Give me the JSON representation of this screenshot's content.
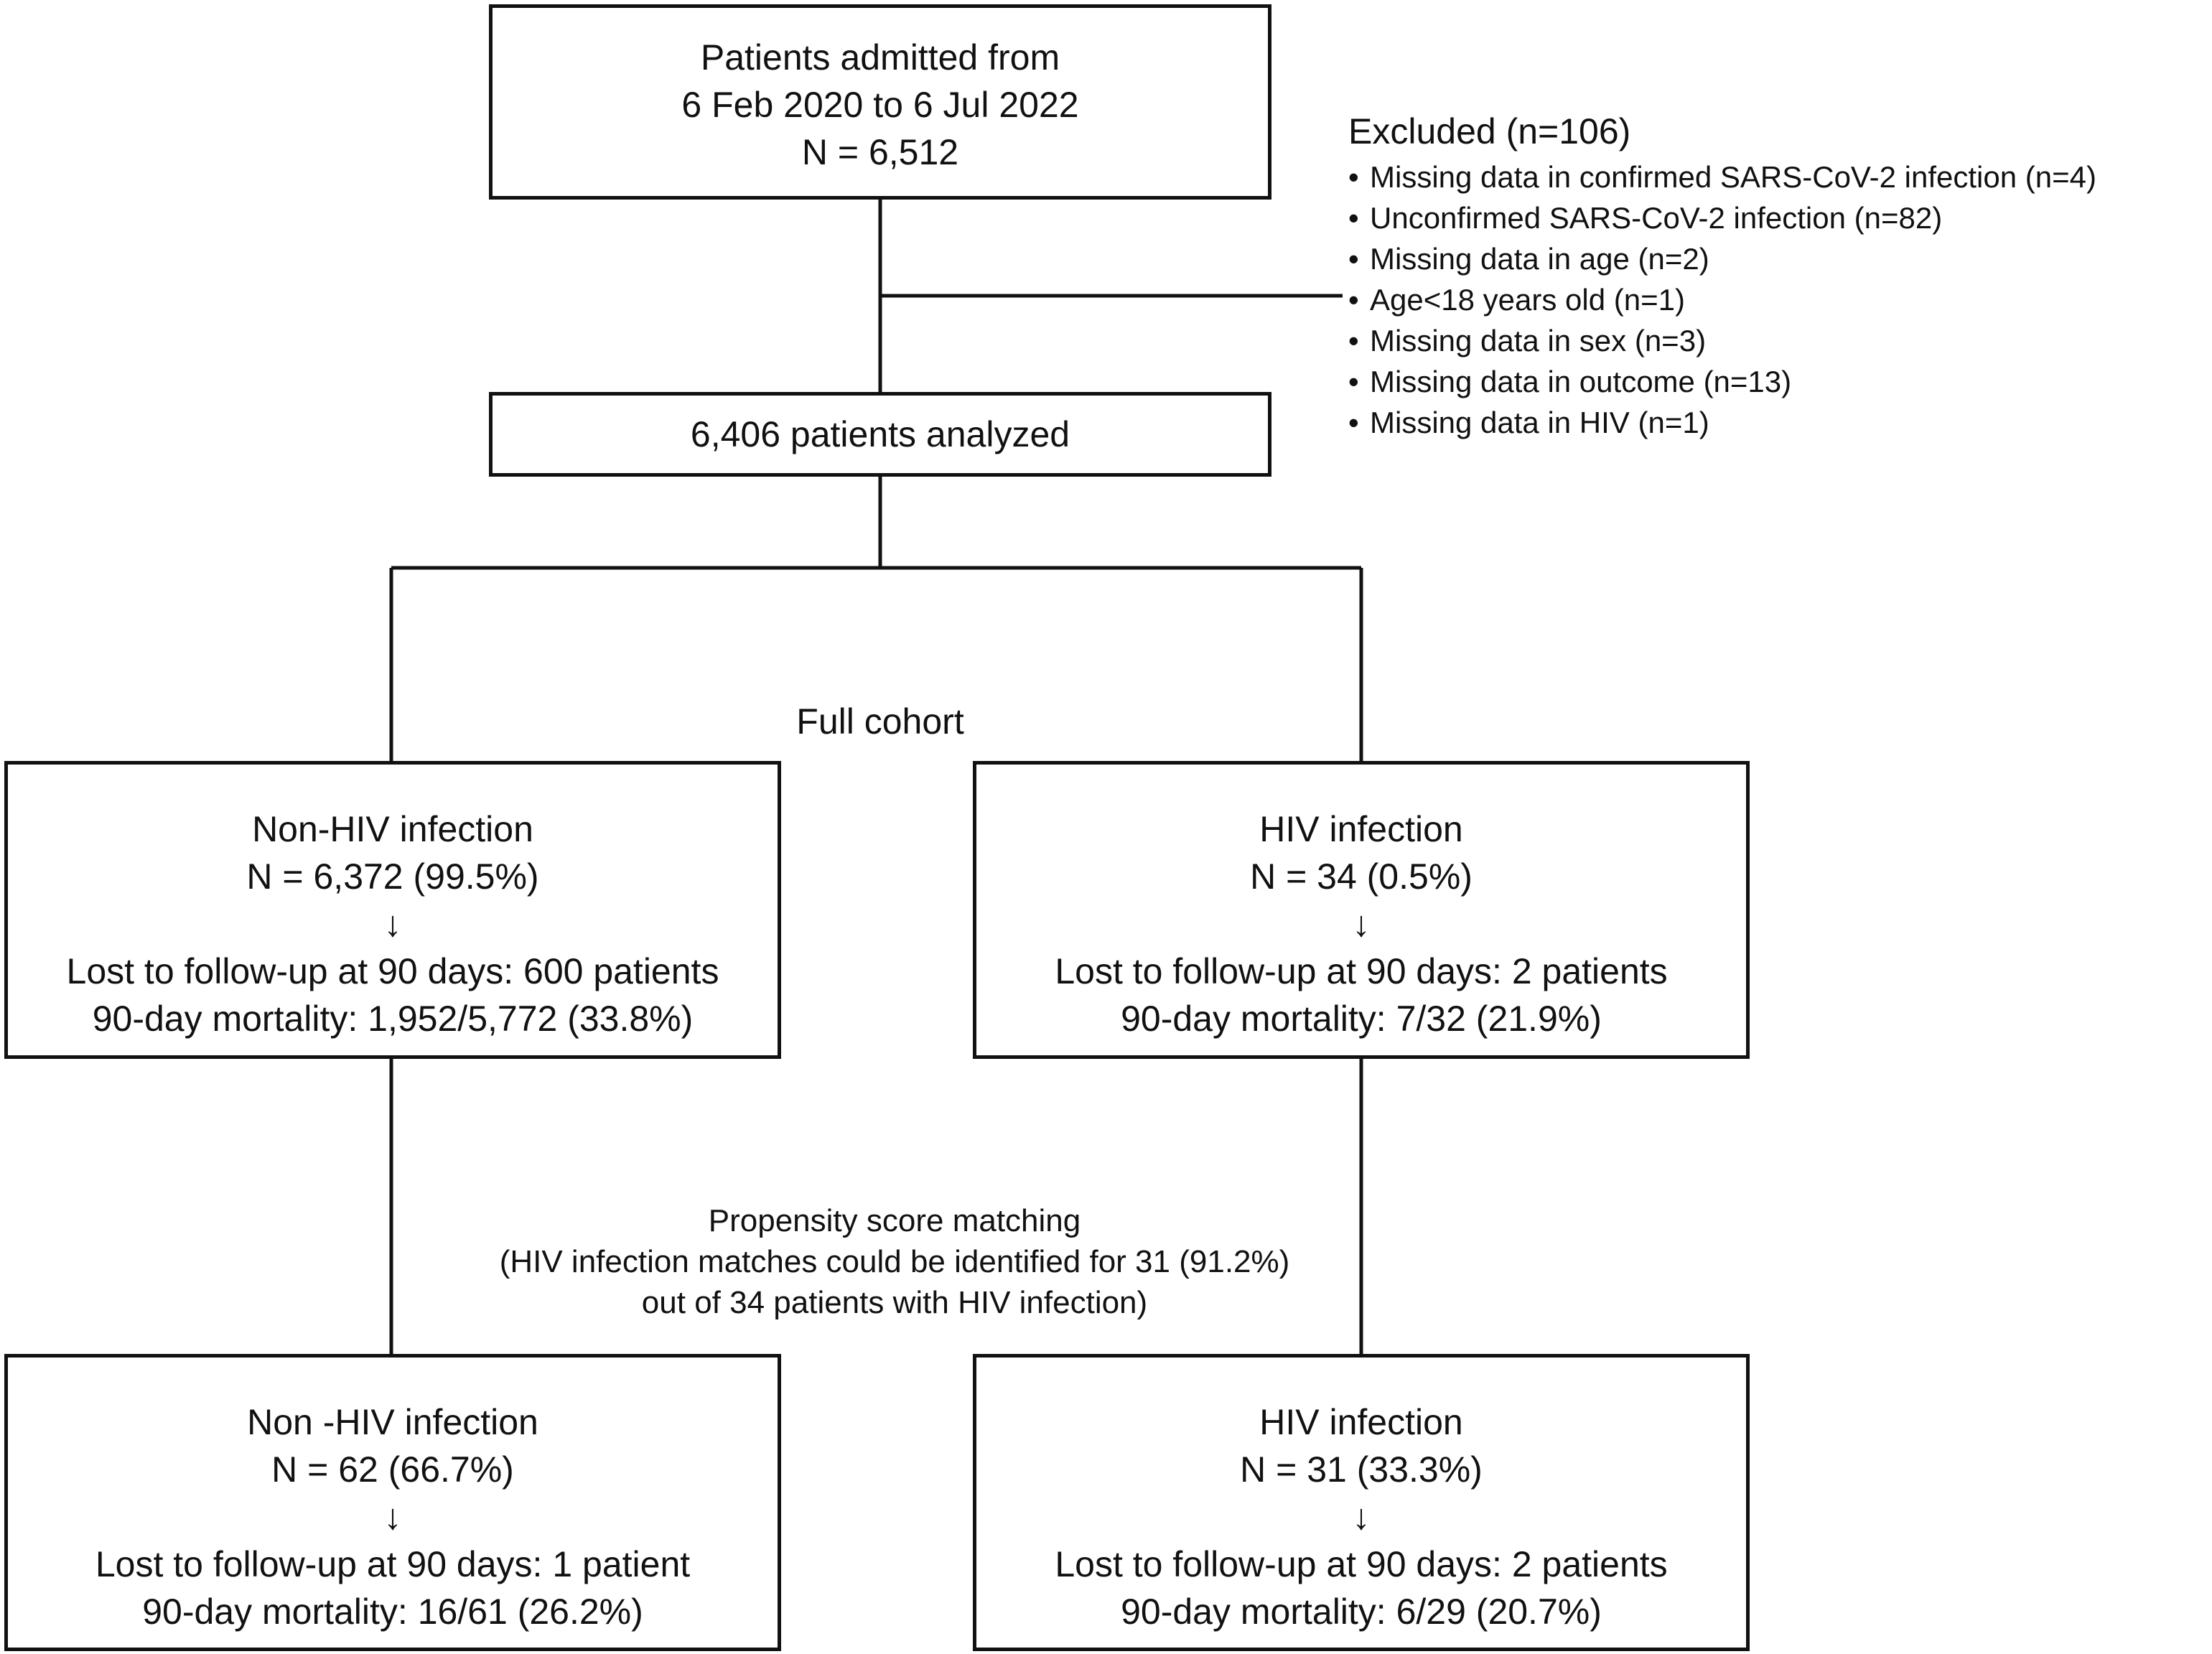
{
  "start_box": {
    "lines": [
      "Patients admitted from",
      "6 Feb 2020 to 6 Jul 2022",
      "N = 6,512"
    ]
  },
  "excluded": {
    "title": "Excluded (n=106)",
    "items": [
      "Missing data in confirmed SARS-CoV-2 infection (n=4)",
      "Unconfirmed SARS-CoV-2 infection (n=82)",
      "Missing data in age (n=2)",
      "Age<18 years old (n=1)",
      "Missing data in sex (n=3)",
      "Missing data in outcome (n=13)",
      "Missing data in HIV (n=1)"
    ]
  },
  "analyzed_box": {
    "label": "6,406 patients analyzed"
  },
  "full_cohort_label": "Full cohort",
  "full_non_hiv": {
    "title": "Non-HIV infection",
    "n": "N = 6,372 (99.5%)",
    "arrow": "↓",
    "lost": "Lost to follow-up at 90 days: 600 patients",
    "mortality": "90-day mortality: 1,952/5,772 (33.8%)"
  },
  "full_hiv": {
    "title": "HIV infection",
    "n": "N = 34 (0.5%)",
    "arrow": "↓",
    "lost": "Lost to follow-up at 90 days: 2 patients",
    "mortality": "90-day mortality: 7/32 (21.9%)"
  },
  "psm_label": {
    "lines": [
      "Propensity score matching",
      "(HIV infection matches could be identified for 31 (91.2%)",
      "out of 34 patients with HIV infection)"
    ]
  },
  "matched_non_hiv": {
    "title": "Non -HIV infection",
    "n": "N = 62 (66.7%)",
    "arrow": "↓",
    "lost": "Lost to follow-up at 90 days: 1 patient",
    "mortality": "90-day mortality: 16/61 (26.2%)"
  },
  "matched_hiv": {
    "title": "HIV infection",
    "n": "N = 31 (33.3%)",
    "arrow": "↓",
    "lost": "Lost to follow-up at 90 days: 2 patients",
    "mortality": "90-day mortality: 6/29 (20.7%)"
  }
}
